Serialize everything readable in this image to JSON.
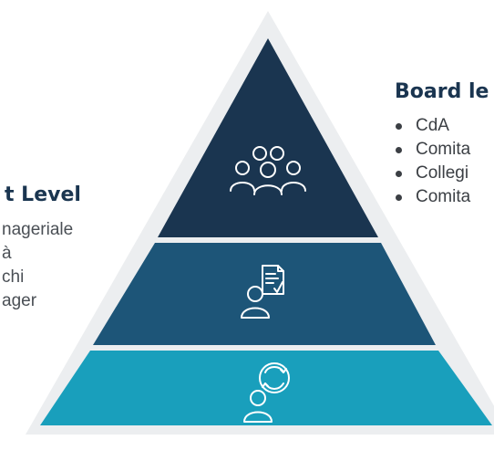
{
  "board": {
    "title": "Board le",
    "items": [
      "CdA",
      "Comita",
      "Collegi",
      "Comita"
    ]
  },
  "management": {
    "title": "t Level",
    "items": [
      "nageriale",
      "à",
      "chi",
      "ager"
    ]
  },
  "colors": {
    "top_tier": "#1a3550",
    "middle_tier": "#1d5578",
    "bottom_tier": "#199fbc",
    "outer_shadow": "#eceef0",
    "heading_text": "#1a3550",
    "body_text": "#3b3f44",
    "icon_stroke": "#ffffff"
  },
  "icons": [
    "people-group-icon",
    "person-document-check-icon",
    "person-recycle-icon"
  ]
}
